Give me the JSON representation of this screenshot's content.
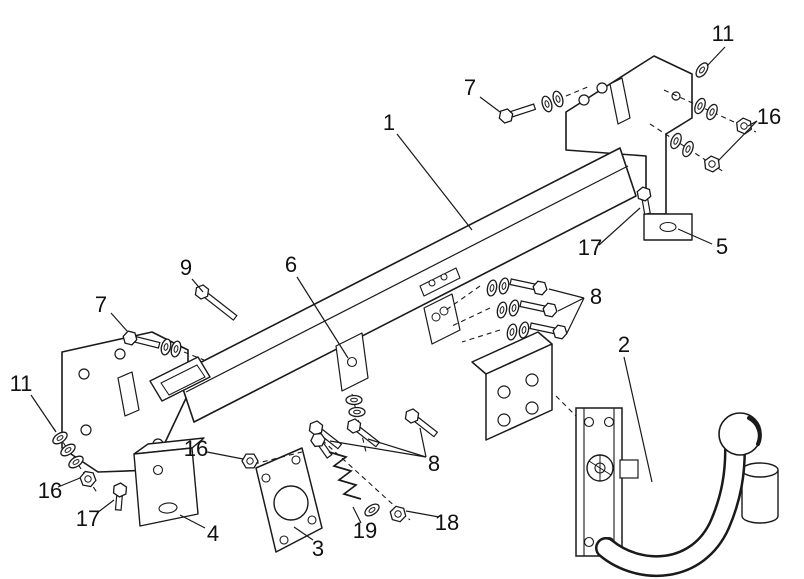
{
  "diagram": {
    "colors": {
      "line": "#1a1a1a",
      "background": "#ffffff"
    },
    "callouts": [
      {
        "label": "1"
      },
      {
        "label": "2"
      },
      {
        "label": "3"
      },
      {
        "label": "4"
      },
      {
        "label": "5"
      },
      {
        "label": "6"
      },
      {
        "label": "7"
      },
      {
        "label": "7"
      },
      {
        "label": "8"
      },
      {
        "label": "8"
      },
      {
        "label": "9"
      },
      {
        "label": "11"
      },
      {
        "label": "11"
      },
      {
        "label": "16"
      },
      {
        "label": "16"
      },
      {
        "label": "16"
      },
      {
        "label": "17"
      },
      {
        "label": "17"
      },
      {
        "label": "18"
      },
      {
        "label": "19"
      }
    ]
  }
}
